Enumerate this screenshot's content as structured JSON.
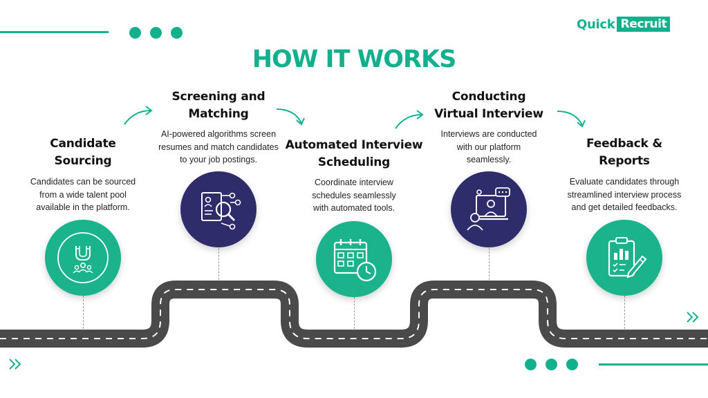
{
  "header": {
    "title": "HOW IT WORKS",
    "logo_quick": "Quick",
    "logo_recruit": "Recruit"
  },
  "colors": {
    "accent": "#12b08c",
    "navy": "#2f2c6b",
    "road": "#4a4a4a"
  },
  "steps": [
    {
      "title_line1": "Candidate",
      "title_line2": "Sourcing",
      "desc_line1": "Candidates can be sourced",
      "desc_line2": "from a wide talent pool",
      "desc_line3": "available in the platform.",
      "icon": "magnet-candidates-icon",
      "circle_color": "green"
    },
    {
      "title_line1": "Screening and",
      "title_line2": "Matching",
      "desc_line1": "AI-powered algorithms screen",
      "desc_line2": "resumes and match candidates",
      "desc_line3": "to your job postings.",
      "icon": "resume-search-icon",
      "circle_color": "navy"
    },
    {
      "title_line1": "Automated Interview",
      "title_line2": "Scheduling",
      "desc_line1": "Coordinate interview",
      "desc_line2": "schedules seamlessly",
      "desc_line3": "with automated tools.",
      "icon": "calendar-clock-icon",
      "circle_color": "green"
    },
    {
      "title_line1": "Conducting",
      "title_line2": "Virtual Interview",
      "desc_line1": "Interviews are conducted",
      "desc_line2": "with our platform",
      "desc_line3": "seamlessly.",
      "icon": "video-interview-icon",
      "circle_color": "navy"
    },
    {
      "title_line1": "Feedback &",
      "title_line2": "Reports",
      "desc_line1": "Evaluate candidates through",
      "desc_line2": "streamlined interview process",
      "desc_line3": "and get detailed feedbacks.",
      "icon": "clipboard-report-icon",
      "circle_color": "green"
    }
  ]
}
